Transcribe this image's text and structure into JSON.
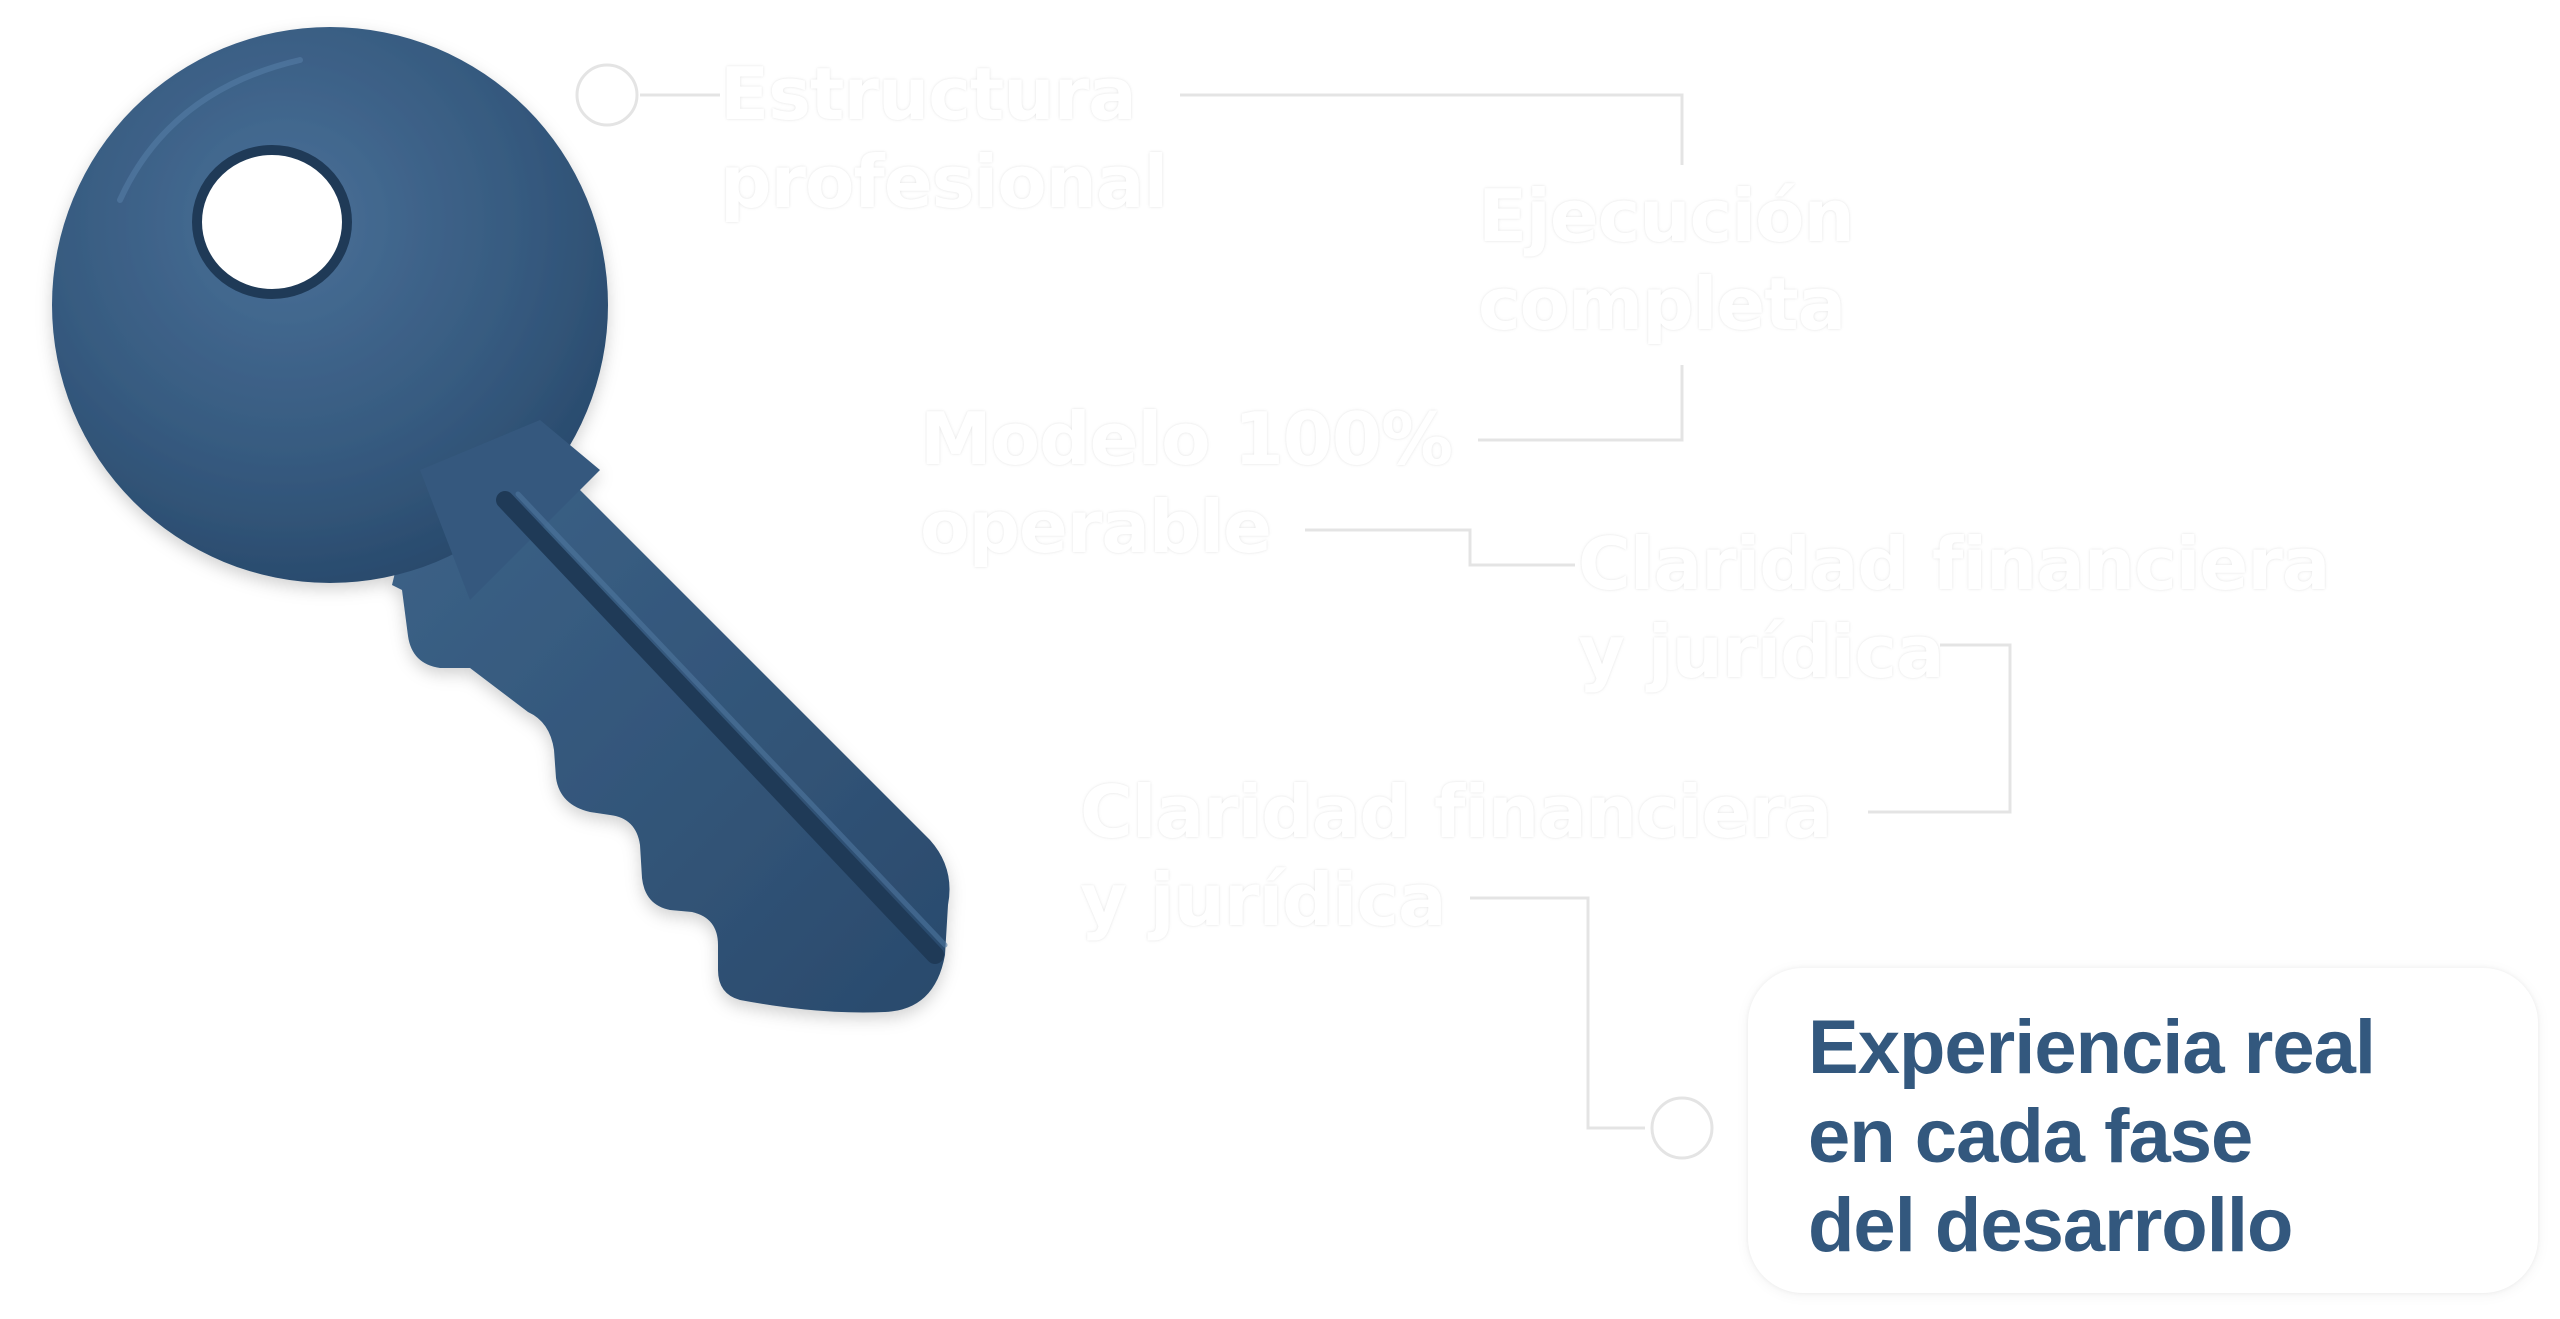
{
  "nodes": [
    {
      "id": "estructura",
      "lines": [
        "Estructura",
        "profesional"
      ]
    },
    {
      "id": "ejecucion",
      "lines": [
        "Ejecución",
        "completa"
      ]
    },
    {
      "id": "modelo",
      "lines": [
        "Modelo 100%",
        "operable"
      ]
    },
    {
      "id": "claridad_1",
      "lines": [
        "Claridad financiera",
        "y jurídica"
      ]
    },
    {
      "id": "claridad_2",
      "lines": [
        "Claridad financiera",
        "y jurídica"
      ]
    }
  ],
  "highlight": {
    "lines": [
      "Experiencia real",
      "en cada fase",
      "del desarrollo"
    ],
    "text_color": "#33587e"
  },
  "colors": {
    "key_main": "#35597e",
    "key_dark": "#1f3a57",
    "key_light": "#4a7098",
    "line": "#e4e4e4",
    "label": "#ffffff"
  },
  "icons": {
    "key": "key-icon",
    "start_node": "circle-node-icon",
    "end_node": "circle-node-icon"
  }
}
